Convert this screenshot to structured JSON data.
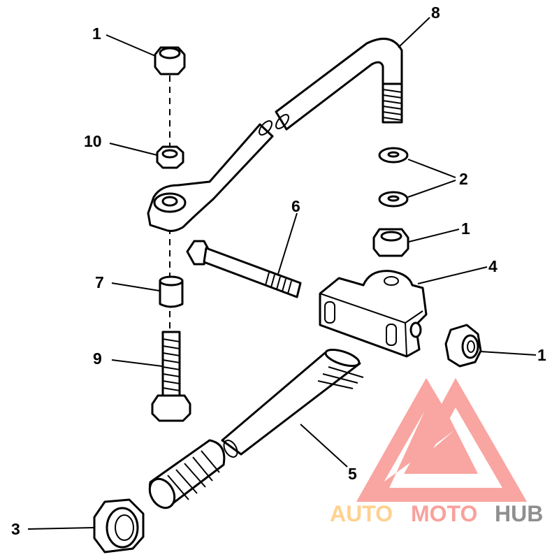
{
  "diagram": {
    "callouts": [
      {
        "label": "1",
        "part": "nut-top"
      },
      {
        "label": "8",
        "part": "steering-link-rod"
      },
      {
        "label": "10",
        "part": "nut-small"
      },
      {
        "label": "2",
        "part": "washers"
      },
      {
        "label": "1",
        "part": "nut-right"
      },
      {
        "label": "6",
        "part": "bolt"
      },
      {
        "label": "4",
        "part": "connector-block"
      },
      {
        "label": "7",
        "part": "spacer"
      },
      {
        "label": "1",
        "part": "nut-far-right"
      },
      {
        "label": "9",
        "part": "screw"
      },
      {
        "label": "5",
        "part": "tube"
      },
      {
        "label": "3",
        "part": "tube-nut"
      }
    ]
  },
  "watermark": {
    "part1": "AUTO",
    "part2": "MOTO",
    "part3": "HUB",
    "colors": {
      "auto": "#ffd18f",
      "moto": "#f9a19c",
      "hub": "#8f8f8f",
      "logo": "#f9a19c"
    }
  }
}
